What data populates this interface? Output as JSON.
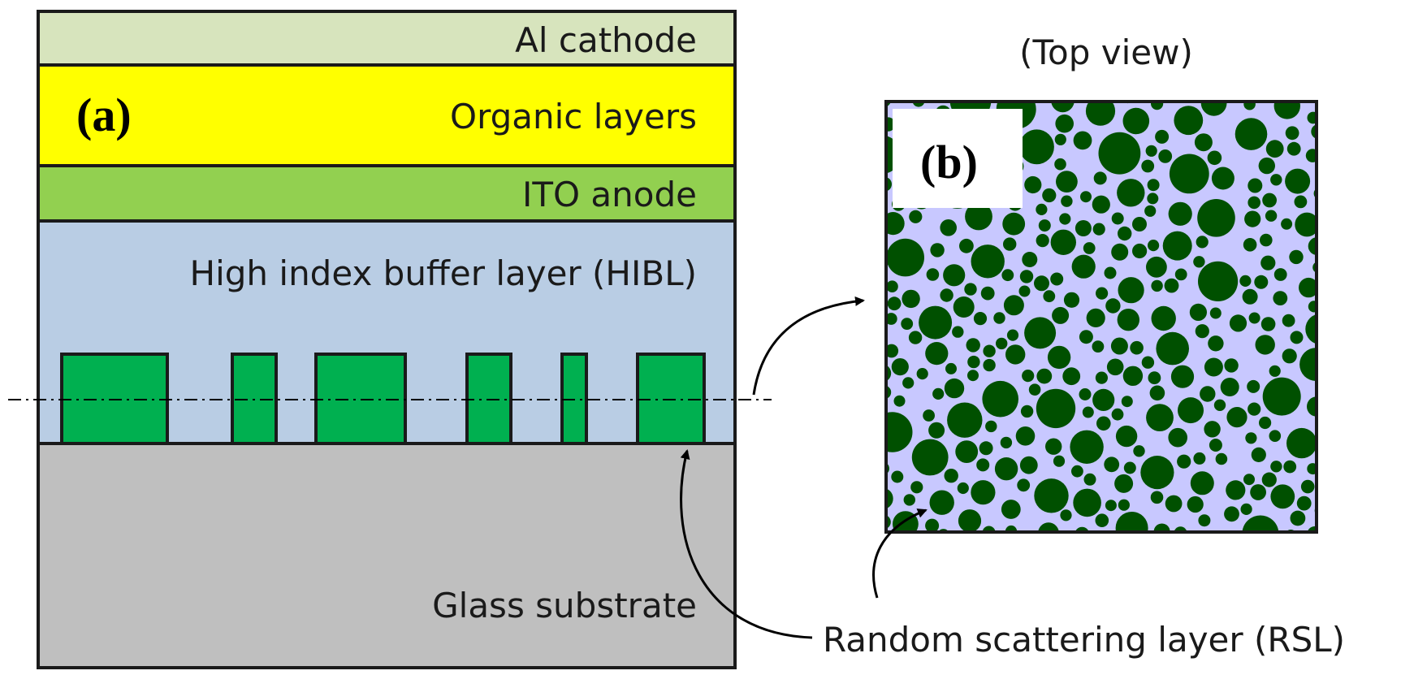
{
  "panel_a": {
    "label": "(a)",
    "layers": {
      "cathode": "Al cathode",
      "organic": "Organic layers",
      "anode": "ITO anode",
      "buffer": "High index buffer layer (HIBL)",
      "substrate": "Glass substrate"
    }
  },
  "panel_b": {
    "label": "(b)",
    "caption": "(Top view)"
  },
  "rsl_label": "Random scattering layer (RSL)",
  "colors": {
    "cathode": "#d7e4bd",
    "organic": "#ffff00",
    "anode": "#92d050",
    "buffer": "#b9cde4",
    "substrate": "#bfbfbf",
    "scatterer": "#00b050",
    "topview_bg": "#c8c8ff",
    "particle": "#005000",
    "outline": "#1a1a1a"
  }
}
